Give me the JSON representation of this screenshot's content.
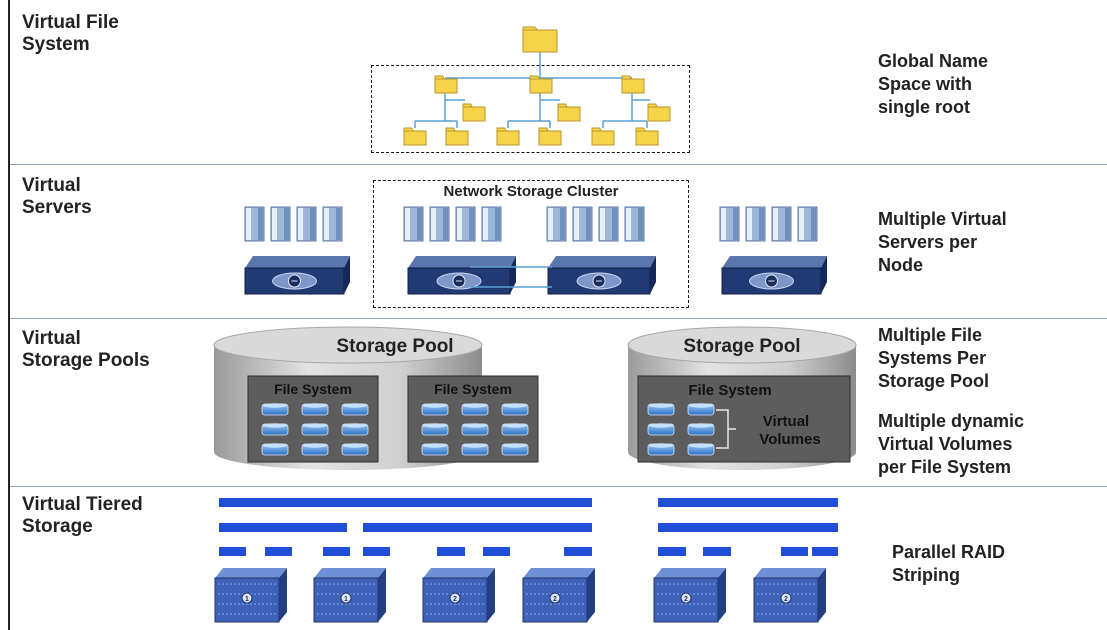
{
  "tiers": [
    {
      "label": "Virtual File\nSystem",
      "description": "Global Name\nSpace with\nsingle root"
    },
    {
      "label": "Virtual\nServers",
      "description": "Multiple Virtual\nServers per\nNode"
    },
    {
      "label": "Virtual\nStorage Pools",
      "description": "Multiple File\nSystems Per\nStorage Pool",
      "description2": "Multiple dynamic\nVirtual Volumes\nper File System"
    },
    {
      "label": "Virtual Tiered\nStorage",
      "description": "Parallel RAID\nStriping"
    }
  ],
  "cluster_title": "Network Storage Cluster",
  "pools": [
    {
      "title": "Storage Pool",
      "file_systems": [
        "File System",
        "File System"
      ]
    },
    {
      "title": "Storage Pool",
      "file_systems": [
        "File System"
      ],
      "volumes_label": "Virtual\nVolumes"
    }
  ],
  "raid_numbers": [
    "1",
    "1",
    "2",
    "2",
    "2",
    "2"
  ],
  "colors": {
    "folder": "#f5d44a",
    "folder_edge": "#b8962a",
    "tree_line": "#5a9fd4",
    "server": "#9cb7d8",
    "server_dark": "#3d5f91",
    "appliance": "#223a73",
    "pool_gray": "#c8c8c8",
    "fs_box": "#5a5a5a",
    "disk": "#5f9ee3",
    "stripe": "#1f4fd6",
    "raid": "#3d62b8",
    "separator": "#8fa7c6"
  }
}
